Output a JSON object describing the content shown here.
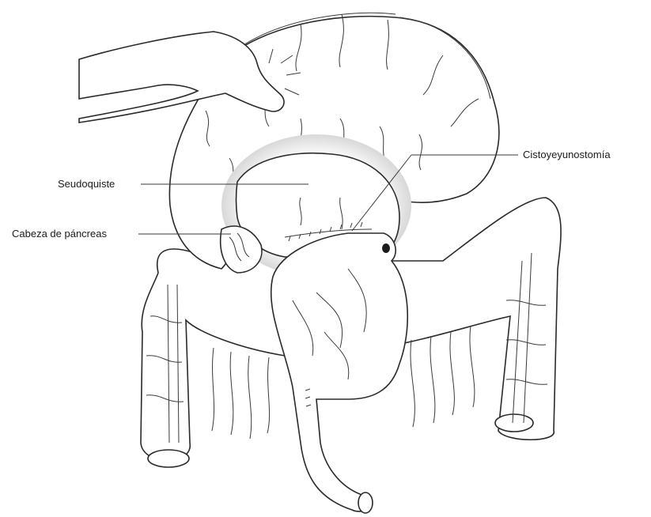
{
  "labels": {
    "pseudocyst": "Seudoquiste",
    "pancreas_head": "Cabeza de páncreas",
    "cystojejunostomy": "Cistoyeyunostomía"
  }
}
